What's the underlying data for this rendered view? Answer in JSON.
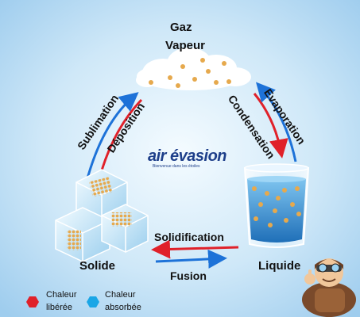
{
  "diagram": {
    "top_label": "Gaz",
    "gas_label": "Vapeur",
    "solid_label": "Solide",
    "liquid_label": "Liquide",
    "processes": {
      "sublimation": "Sublimation",
      "deposition": "Déposition",
      "condensation": "Condensation",
      "evaporation": "Evaporation",
      "solidification": "Solidification",
      "fusion": "Fusion"
    },
    "logo": {
      "text": "air évasion",
      "tagline": "Bienvenue dans les étoiles"
    },
    "legend": {
      "released": "Chaleur libérée",
      "absorbed": "Chaleur absorbée"
    }
  },
  "colors": {
    "background": "#c6e3f6",
    "released_arrow": "#e0212a",
    "absorbed_arrow": "#1d72d8",
    "logo_blue": "#1e3f8a"
  },
  "icons": [
    "red-hexagon-icon",
    "blue-hexagon-icon",
    "cloud-icon",
    "ice-cube-icon",
    "water-glass-icon",
    "pilot-mascot-icon"
  ]
}
